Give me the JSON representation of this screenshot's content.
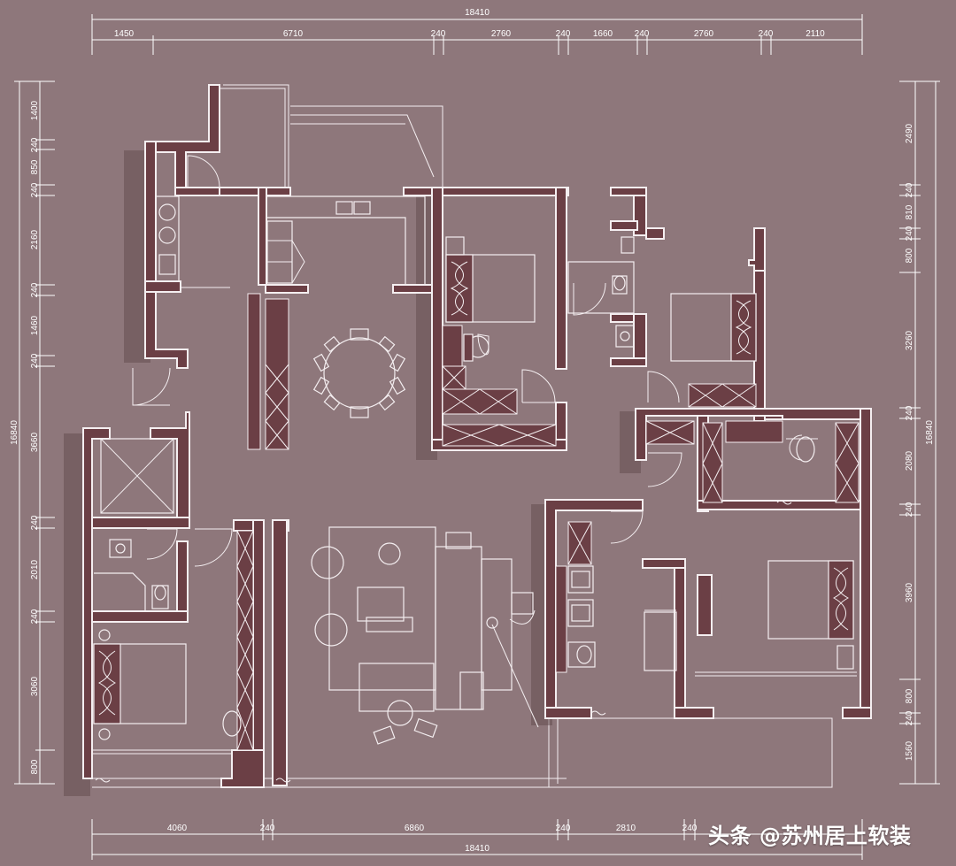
{
  "plan": {
    "top_total": "18410",
    "top_segments": [
      "1450",
      "6710",
      "240",
      "2760",
      "240",
      "1660",
      "240",
      "2760",
      "240",
      "2110"
    ],
    "bottom_total": "18410",
    "bottom_segments": [
      "4060",
      "240",
      "6860",
      "240",
      "2810",
      "240"
    ],
    "left_total": "16840",
    "left_segments": [
      "1400",
      "240",
      "850",
      "240",
      "2160",
      "240",
      "1460",
      "240",
      "3660",
      "240",
      "2010",
      "240",
      "3060",
      "800"
    ],
    "right_total": "16840",
    "right_segments": [
      "2490",
      "240",
      "810",
      "240",
      "800",
      "3260",
      "240",
      "2080",
      "240",
      "3960",
      "800",
      "240",
      "1560"
    ]
  },
  "watermark": "头条 @苏州居上软装",
  "colors": {
    "background": "#8e777b",
    "wall": "#6b3f45",
    "line": "#f4eef0"
  }
}
